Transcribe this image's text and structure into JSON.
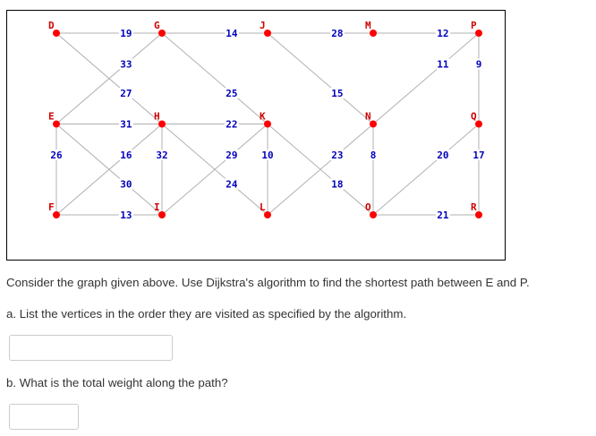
{
  "graph": {
    "colors": {
      "node": "#ff0000",
      "edge": "#b0b0b0",
      "weight": "#0000bb",
      "label": "#d00000"
    },
    "nodes": [
      {
        "id": "D",
        "col": 0,
        "row": 0
      },
      {
        "id": "G",
        "col": 1,
        "row": 0
      },
      {
        "id": "J",
        "col": 2,
        "row": 0
      },
      {
        "id": "M",
        "col": 3,
        "row": 0
      },
      {
        "id": "P",
        "col": 4,
        "row": 0
      },
      {
        "id": "E",
        "col": 0,
        "row": 1
      },
      {
        "id": "H",
        "col": 1,
        "row": 1
      },
      {
        "id": "K",
        "col": 2,
        "row": 1
      },
      {
        "id": "N",
        "col": 3,
        "row": 1
      },
      {
        "id": "Q",
        "col": 4,
        "row": 1
      },
      {
        "id": "F",
        "col": 0,
        "row": 2
      },
      {
        "id": "I",
        "col": 1,
        "row": 2
      },
      {
        "id": "L",
        "col": 2,
        "row": 2
      },
      {
        "id": "O",
        "col": 3,
        "row": 2
      },
      {
        "id": "R",
        "col": 4,
        "row": 2
      }
    ],
    "edges": [
      {
        "from": "D",
        "to": "G",
        "weight": "19"
      },
      {
        "from": "G",
        "to": "J",
        "weight": "14"
      },
      {
        "from": "J",
        "to": "M",
        "weight": "28"
      },
      {
        "from": "M",
        "to": "P",
        "weight": "12"
      },
      {
        "from": "E",
        "to": "G",
        "weight": "33"
      },
      {
        "from": "D",
        "to": "H",
        "weight": "27"
      },
      {
        "from": "G",
        "to": "K",
        "weight": "25"
      },
      {
        "from": "J",
        "to": "N",
        "weight": "15"
      },
      {
        "from": "N",
        "to": "P",
        "weight": "11"
      },
      {
        "from": "Q",
        "to": "P",
        "weight": "9"
      },
      {
        "from": "E",
        "to": "H",
        "weight": "31"
      },
      {
        "from": "H",
        "to": "K",
        "weight": "22"
      },
      {
        "from": "F",
        "to": "E",
        "weight": "26"
      },
      {
        "from": "F",
        "to": "H",
        "weight": "16"
      },
      {
        "from": "I",
        "to": "H",
        "weight": "32"
      },
      {
        "from": "E",
        "to": "I",
        "weight": "30"
      },
      {
        "from": "I",
        "to": "K",
        "weight": "29"
      },
      {
        "from": "L",
        "to": "K",
        "weight": "10"
      },
      {
        "from": "H",
        "to": "L",
        "weight": "24"
      },
      {
        "from": "K",
        "to": "O",
        "weight": "18"
      },
      {
        "from": "L",
        "to": "N",
        "weight": "23"
      },
      {
        "from": "O",
        "to": "N",
        "weight": "8"
      },
      {
        "from": "O",
        "to": "Q",
        "weight": "20"
      },
      {
        "from": "R",
        "to": "Q",
        "weight": "17"
      },
      {
        "from": "F",
        "to": "I",
        "weight": "13"
      },
      {
        "from": "O",
        "to": "R",
        "weight": "21"
      }
    ]
  },
  "question": {
    "intro": "Consider the graph given above. Use Dijkstra's algorithm to find the shortest path between E and P.",
    "part_a": "a. List the vertices in the order they are visited as specified by the algorithm.",
    "part_a_answer": "",
    "part_b": "b. What is the total weight along the path?",
    "part_b_answer": ""
  }
}
